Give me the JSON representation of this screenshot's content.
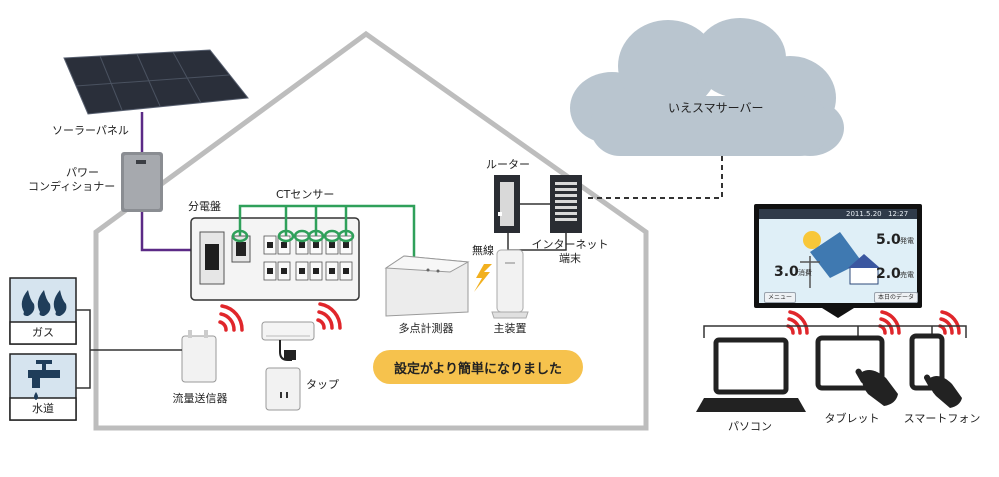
{
  "labels": {
    "solar_panel": "ソーラーパネル",
    "power_conditioner_line1": "パワー",
    "power_conditioner_line2": "コンディショナー",
    "distribution_board": "分電盤",
    "ct_sensor": "CTセンサー",
    "router": "ルーター",
    "internet_terminal_line1": "インターネット",
    "internet_terminal_line2": "端末",
    "wireless": "無線",
    "multipoint_meter": "多点計測器",
    "main_unit": "主装置",
    "tap": "タップ",
    "flow_transmitter": "流量送信器",
    "gas": "ガス",
    "water": "水道",
    "cloud_server": "いえスマサーバー",
    "pc": "パソコン",
    "tablet": "タブレット",
    "smartphone": "スマートフォン"
  },
  "callout": "設定がより簡単になりました",
  "monitor_screen": {
    "date_text": "2011.5.20",
    "time_text": "12:27",
    "value_top_right": "5.0",
    "value_left": "3.0",
    "value_bottom_right": "2.0",
    "unit_top_right": "発電",
    "unit_left": "消費",
    "unit_bottom_right": "売電",
    "menu_button": "メニュー",
    "data_button": "本日のデータ"
  },
  "colors": {
    "house_outline": "#bdbdbd",
    "purple_line": "#5b2a86",
    "green_line": "#2fa05a",
    "red_signal": "#e0262b",
    "cloud_fill": "#b9c5cf",
    "callout_fill": "#f6c24d"
  }
}
